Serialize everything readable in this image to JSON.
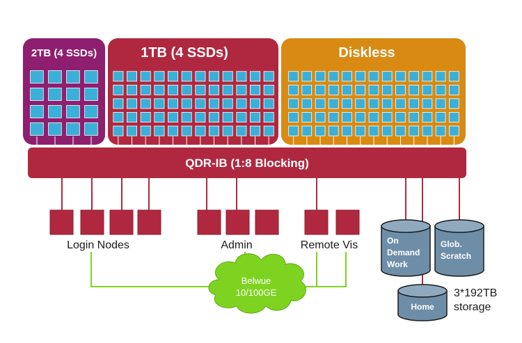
{
  "groups": {
    "ssd2tb": {
      "label": "2TB (4 SSDs)",
      "color": "#8e1f6f",
      "node_rows": 4,
      "node_cols": 4
    },
    "ssd1tb": {
      "label": "1TB (4 SSDs)",
      "color": "#b0283f",
      "node_rows": 5,
      "node_cols": 12
    },
    "diskless": {
      "label": "Diskless",
      "color": "#d98a12",
      "node_rows": 5,
      "node_cols": 13
    }
  },
  "node_color": "#3ab0d8",
  "fabric": {
    "label": "QDR-IB (1:8 Blocking)",
    "color": "#b0283f"
  },
  "service_groups": {
    "login": {
      "label": "Login Nodes",
      "count": 4
    },
    "admin": {
      "label": "Admin",
      "count": 3
    },
    "remote_vis": {
      "label": "Remote Vis",
      "count": 2
    }
  },
  "network": {
    "label_line1": "Belwue",
    "label_line2": "10/100GE",
    "color": "#7ed321"
  },
  "storage": {
    "on_demand": {
      "line1": "On",
      "line2": "Demand",
      "line3": "Work"
    },
    "scratch": {
      "line1": "Glob.",
      "line2": "Scratch"
    },
    "home": {
      "line1": "Home"
    },
    "capacity_line1": "3*192TB",
    "capacity_line2": "storage",
    "disk_color": "#6e8ea8"
  }
}
